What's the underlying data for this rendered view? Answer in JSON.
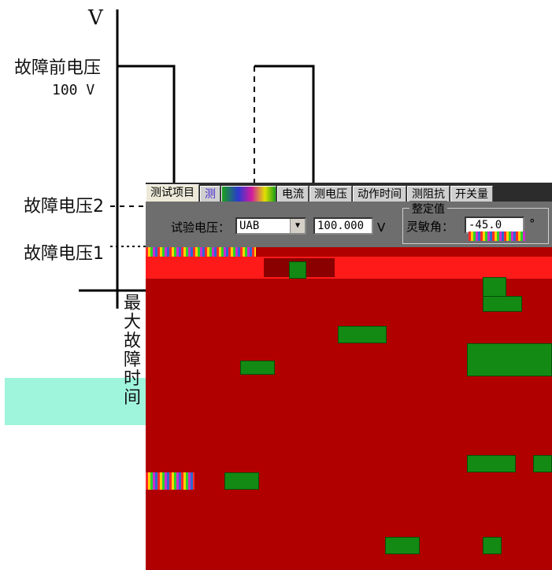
{
  "diagram": {
    "axis_label": "V",
    "prefault_voltage_label": "故障前电压",
    "prefault_voltage_value": "100 V",
    "fault_voltage_2_label": "故障电压2",
    "fault_voltage_1_label": "故障电压1",
    "max_fault_time_label": "最大故障时间"
  },
  "window": {
    "tabs": [
      {
        "label": "测试项目",
        "state": "active"
      },
      {
        "label": "测",
        "state": "partial"
      },
      {
        "label": "",
        "state": "glitch"
      },
      {
        "label": "电流",
        "state": "normal"
      },
      {
        "label": "测电压",
        "state": "normal"
      },
      {
        "label": "动作时间",
        "state": "normal"
      },
      {
        "label": "测阻抗",
        "state": "normal"
      },
      {
        "label": "开关量",
        "state": "normal"
      }
    ],
    "test_voltage_label": "试验电压：",
    "test_voltage_phase": "UAB",
    "test_voltage_value": "100.000",
    "test_voltage_unit": "V",
    "setting_group_title": "整定值",
    "sensitive_angle_label": "灵敏角：",
    "sensitive_angle_value": "-45.0",
    "sensitive_angle_unit": "°",
    "dropdown_arrow": "▼"
  },
  "colors": {
    "window_background": "#b00000",
    "panel_background": "#6e6e6e",
    "artifact_green": "#138a13",
    "highlight_band": "#9ff5dc"
  }
}
